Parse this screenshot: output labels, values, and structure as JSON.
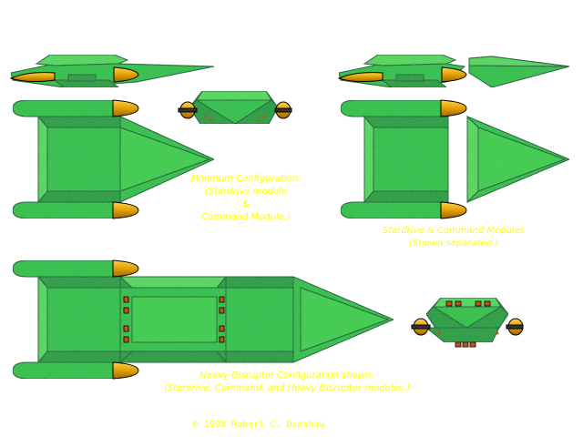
{
  "captions": {
    "minimum": {
      "line1": "Minimum Configuration:",
      "line2": "(Stardrive module",
      "line3": "&",
      "line4": "Command Module.)"
    },
    "separated": {
      "line1": "Stardrive & Command Modules",
      "line2": "(Shown separated.)"
    },
    "heavy": {
      "line1": "Heavy Disruptor Configuration shown.",
      "line2": "(Stardrive, Command, and Heavy Disruptor modules.)"
    }
  },
  "copyright": "© 1998 Robert C. Dunshaw",
  "colors": {
    "hull_green": "#2fbf3a",
    "hull_dark": "#1f8f2a",
    "hull_light": "#5fdc5a",
    "nacelle_gold": "#e0a000",
    "text_yellow": "#ffff00",
    "port_orange": "#c8501e"
  }
}
